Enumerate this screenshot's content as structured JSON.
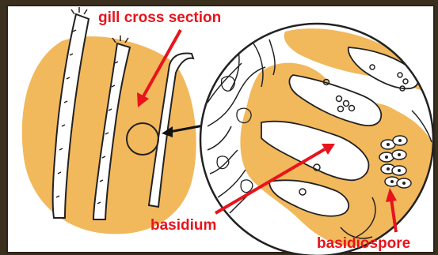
{
  "labels": {
    "gill_cross_section": "gill cross section",
    "basidium": "basidium",
    "basidiospore": "basidiospore"
  },
  "colors": {
    "background": "#3b2f1e",
    "panel": "#ffffff",
    "tissue_fill": "#f2b85c",
    "label_red": "#e8141c",
    "outline": "#222222"
  }
}
